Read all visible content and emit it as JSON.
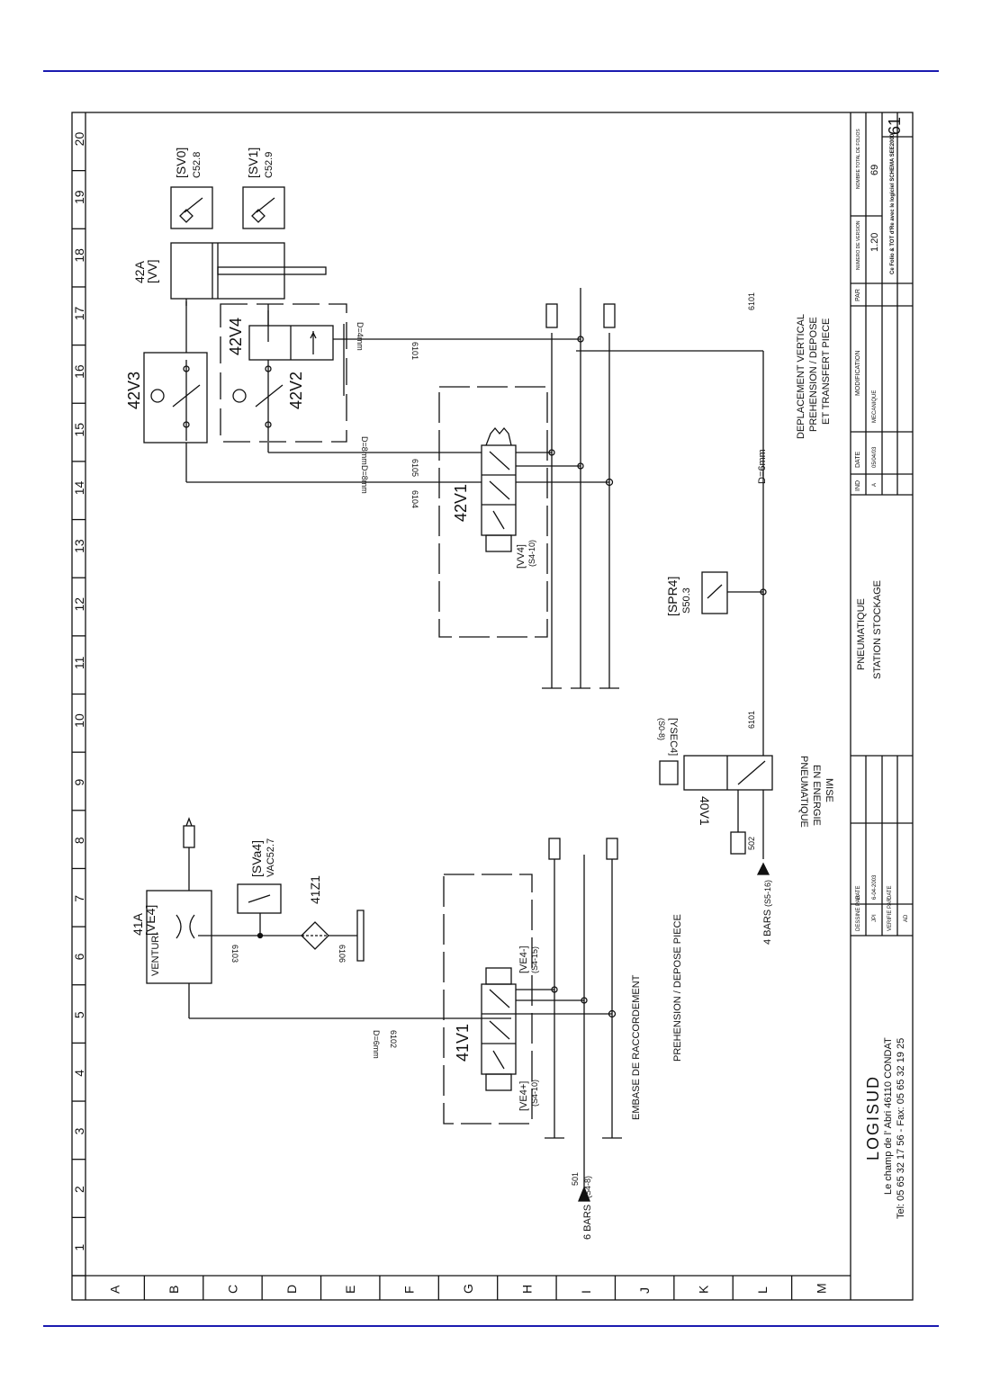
{
  "columns": [
    "1",
    "2",
    "3",
    "4",
    "5",
    "6",
    "7",
    "8",
    "9",
    "10",
    "11",
    "12",
    "13",
    "14",
    "15",
    "16",
    "17",
    "18",
    "19",
    "20"
  ],
  "rows": [
    "A",
    "B",
    "C",
    "D",
    "E",
    "F",
    "G",
    "H",
    "I",
    "J",
    "K",
    "L",
    "M"
  ],
  "components": {
    "venturi_ref": "41A",
    "venturi_tag": "[VE4]",
    "venturi_label": "VENTURI",
    "vacuum_switch_tag": "[SVa4]",
    "vacuum_switch_ref": "VAC52.7",
    "filter_ref": "41Z1",
    "valve_41v1": "41V1",
    "valve_41v1_left_tag": "[VE4+]",
    "valve_41v1_left_ref": "(S4-10)",
    "valve_41v1_right_tag": "[VE4-]",
    "valve_41v1_right_ref": "(S4-15)",
    "valve_42v1": "42V1",
    "valve_42v1_tag": "[VV4]",
    "valve_42v1_ref": "(S4-10)",
    "flow_42v2": "42V2",
    "flow_42v3": "42V3",
    "valve_42v4": "42V4",
    "cylinder_ref": "42A",
    "cylinder_tag": "[VV]",
    "sensor_svo_tag": "[SV0]",
    "sensor_svo_ref": "C52.8",
    "sensor_sv1_tag": "[SV1]",
    "sensor_sv1_ref": "C52.9",
    "pressure_switch_tag": "[SPR4]",
    "pressure_switch_ref": "S50.3",
    "valve_40v1": "40V1",
    "valve_40v1_tag": "[YSEC4]",
    "valve_40v1_ref": "(S0-8)",
    "mise_en_energie": [
      "MISE",
      "EN ENERGIE",
      "PNEUMATIQUE"
    ]
  },
  "lines": {
    "l6101": "6101",
    "l6102": "6102",
    "l6103": "6103",
    "l6104": "6104",
    "l6105": "6105",
    "l6106": "6106",
    "l501": "501",
    "l502": "502",
    "d6mm": "D=6mm",
    "d4mm": "D=4mm",
    "d8mm": "D=8mm",
    "supply_6bars": "6 BARS",
    "supply_6bars_ref": "(S4-8)",
    "supply_4bars": "4 BARS",
    "supply_4bars_ref": "(S5-16)"
  },
  "annotations": {
    "prehension": "PREHENSION / DEPOSE PIECE",
    "embase": "EMBASE DE RACCORDEMENT",
    "deplacement": [
      "DEPLACEMENT VERTICAL",
      "PREHENSION / DEPOSE",
      "ET TRANSFERT PIECE"
    ]
  },
  "title_block": {
    "company": "LOGISUD",
    "address": "Le champ de l' Abri    46110 CONDAT",
    "phone": "Tel: 05 65 32 17 56  -  Fax: 05 65 32 19 25",
    "drawn_by_label": "DESSINE PAR",
    "drawn_by": "JPI",
    "checked_by_label": "VERIFIE PAR",
    "checked_by": "AD",
    "date_label": "DATE",
    "date": "6-04-2003",
    "date2_label": "DATE",
    "subject": "PNEUMATIQUE",
    "station": "STATION STOCKAGE",
    "ind_label": "IND",
    "date_col_label": "DATE",
    "modif_label": "MODIFICATION",
    "par_label": "PAR",
    "rev_ind": "A",
    "rev_date": "05/04/03",
    "rev_modif": "MECANIQUE",
    "version_label": "NUMERO DE VERSION",
    "version": "1.20",
    "total_label": "NOMBRE TOTAL DE FOLIOS",
    "total": "69",
    "folio_note": "Ce Folio & TOT d'Re avec le logiciel SCHEMA SEE2000",
    "folio": "61"
  }
}
